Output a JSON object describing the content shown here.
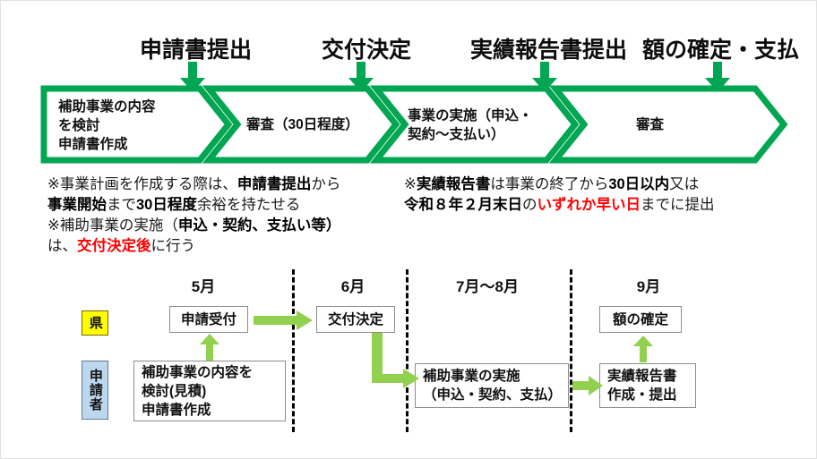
{
  "colors": {
    "chevron_green": "#00a651",
    "arrow_green_dark": "#00a651",
    "arrow_green_light": "#92d050",
    "red": "#ff0000",
    "yellow": "#ffff00",
    "blue": "#bdd7ee"
  },
  "top_flow": {
    "milestones": [
      {
        "label": "申請書提出"
      },
      {
        "label": "交付決定"
      },
      {
        "label": "実績報告書提出"
      },
      {
        "label": "額の確定・支払"
      }
    ],
    "stages": [
      {
        "text": "補助事業の内容\nを検討\n申請書作成"
      },
      {
        "text": "審査（30日程度）"
      },
      {
        "text": "事業の実施（申込・\n契約～支払い）"
      },
      {
        "text": "審査"
      }
    ]
  },
  "notes": {
    "left": {
      "line1_a": "※事業計画を作成する際は、",
      "line1_b": "申請書提出",
      "line1_c": "から",
      "line2_a": "事業開始",
      "line2_b": "まで",
      "line2_c": "30日程度",
      "line2_d": "余裕を持たせる",
      "line3_a": "※補助事業の実施（",
      "line3_b": "申込・契約、支払い等）",
      "line4_a": "は、",
      "line4_b": "交付決定後",
      "line4_c": "に行う"
    },
    "right": {
      "line1_a": "※",
      "line1_b": "実績報告書",
      "line1_c": "は事業の終了から",
      "line1_d": "30日以内",
      "line1_e": "又は",
      "line2_a": "令和８年２月末日",
      "line2_b": "の",
      "line2_c": "いずれか早い日",
      "line2_d": "までに提出"
    }
  },
  "timeline": {
    "months": [
      {
        "label": "5月"
      },
      {
        "label": "6月"
      },
      {
        "label": "7月～8月"
      },
      {
        "label": "9月"
      }
    ],
    "actors": [
      {
        "label": "県"
      },
      {
        "label": "申請者"
      }
    ],
    "ken_tasks": [
      {
        "label": "申請受付"
      },
      {
        "label": "交付決定"
      },
      {
        "label": "額の確定"
      }
    ],
    "applicant_tasks": [
      {
        "label": "補助事業の内容を\n検討(見積)\n申請書作成"
      },
      {
        "label": "補助事業の実施\n（申込・契約、支払）"
      },
      {
        "label": "実績報告書\n作成・提出"
      }
    ]
  }
}
